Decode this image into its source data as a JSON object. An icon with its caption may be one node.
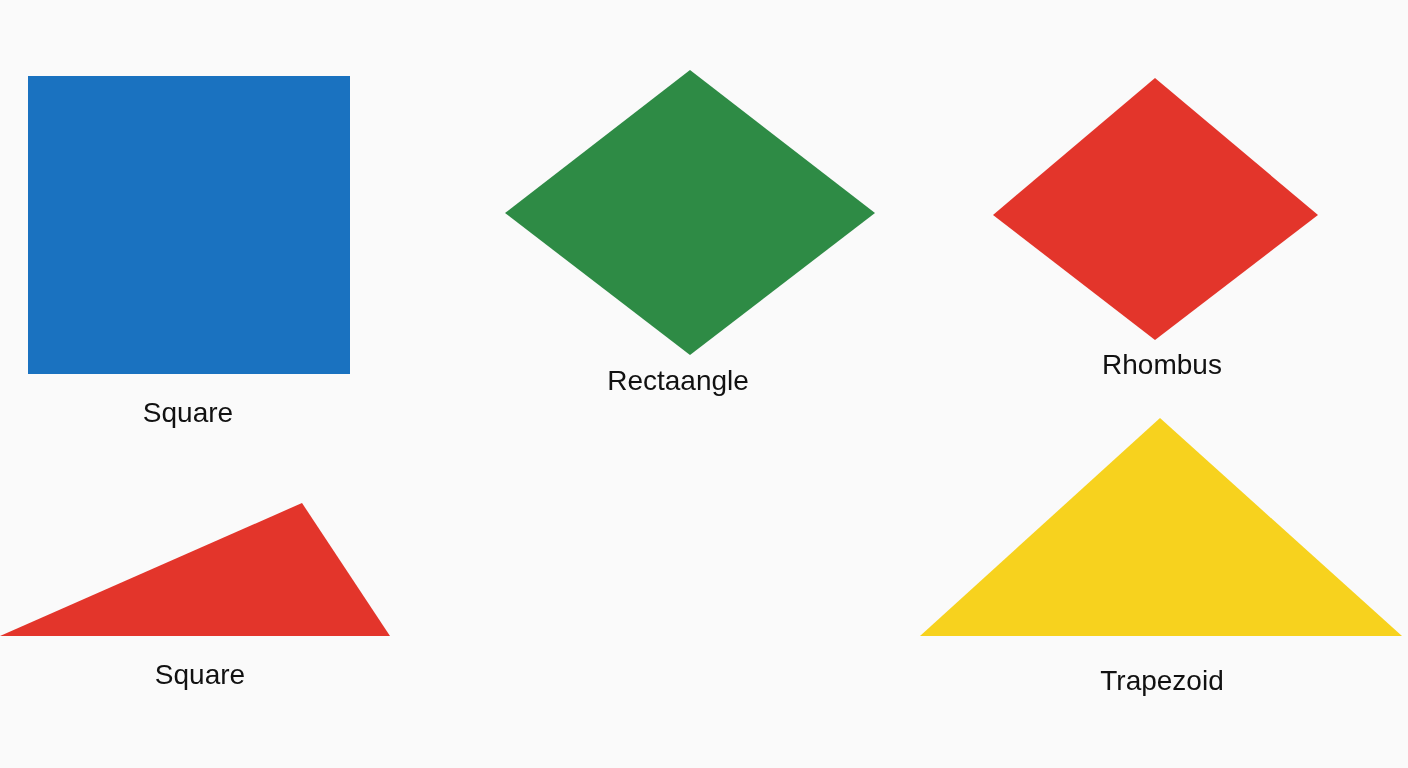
{
  "diagram": {
    "nodes": [
      {
        "text": [],
        "shape": "box",
        "beside": [
          "Square"
        ]
      },
      {
        "text": [],
        "shape": "diamond",
        "beside": [
          "Rectaangle"
        ]
      },
      {
        "text": [],
        "shape": "diamond",
        "beside": [
          "Rhombus"
        ]
      },
      {
        "text": [],
        "shape": "triangle",
        "beside": [
          "Square"
        ]
      },
      {
        "text": [],
        "shape": "triangle",
        "beside": [
          "Trapezoid"
        ]
      }
    ]
  }
}
